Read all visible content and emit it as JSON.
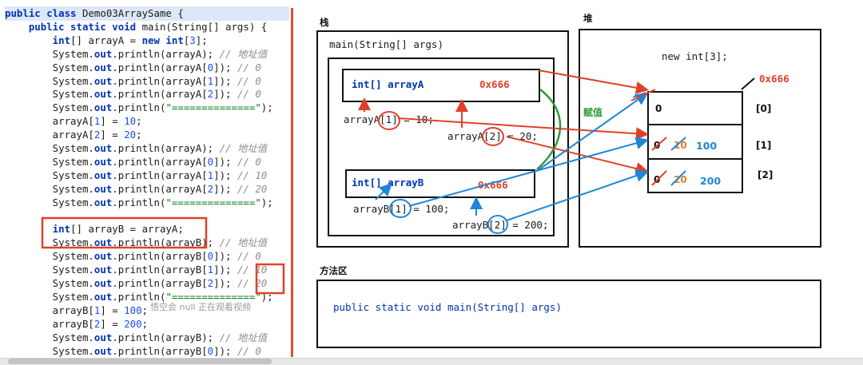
{
  "code": {
    "lines": [
      [
        [
          "public class ",
          "kw"
        ],
        [
          "Demo03ArraySame {",
          ""
        ]
      ],
      [
        [
          "    public static void ",
          "kw"
        ],
        [
          "main(String[] args) {",
          ""
        ]
      ],
      [
        [
          "        int",
          "kw"
        ],
        [
          "[] arrayA = ",
          ""
        ],
        [
          "new int",
          "kw"
        ],
        [
          "[",
          ""
        ],
        [
          "3",
          "num"
        ],
        [
          "];",
          ""
        ]
      ],
      [
        [
          "        System.",
          ""
        ],
        [
          "out",
          "kw"
        ],
        [
          ".println(arrayA); ",
          ""
        ],
        [
          "// 地址值",
          "cm"
        ]
      ],
      [
        [
          "        System.",
          ""
        ],
        [
          "out",
          "kw"
        ],
        [
          ".println(arrayA[",
          ""
        ],
        [
          "0",
          "num"
        ],
        [
          "]); ",
          ""
        ],
        [
          "// 0",
          "cm"
        ]
      ],
      [
        [
          "        System.",
          ""
        ],
        [
          "out",
          "kw"
        ],
        [
          ".println(arrayA[",
          ""
        ],
        [
          "1",
          "num"
        ],
        [
          "]); ",
          ""
        ],
        [
          "// 0",
          "cm"
        ]
      ],
      [
        [
          "        System.",
          ""
        ],
        [
          "out",
          "kw"
        ],
        [
          ".println(arrayA[",
          ""
        ],
        [
          "2",
          "num"
        ],
        [
          "]); ",
          ""
        ],
        [
          "// 0",
          "cm"
        ]
      ],
      [
        [
          "        System.",
          ""
        ],
        [
          "out",
          "kw"
        ],
        [
          ".println(",
          ""
        ],
        [
          "\"==============\"",
          "str"
        ],
        [
          ");",
          ""
        ]
      ],
      [
        [
          "        arrayA[",
          ""
        ],
        [
          "1",
          "num"
        ],
        [
          "] = ",
          ""
        ],
        [
          "10",
          "num"
        ],
        [
          ";",
          ""
        ]
      ],
      [
        [
          "        arrayA[",
          ""
        ],
        [
          "2",
          "num"
        ],
        [
          "] = ",
          ""
        ],
        [
          "20",
          "num"
        ],
        [
          ";",
          ""
        ]
      ],
      [
        [
          "        System.",
          ""
        ],
        [
          "out",
          "kw"
        ],
        [
          ".println(arrayA); ",
          ""
        ],
        [
          "// 地址值",
          "cm"
        ]
      ],
      [
        [
          "        System.",
          ""
        ],
        [
          "out",
          "kw"
        ],
        [
          ".println(arrayA[",
          ""
        ],
        [
          "0",
          "num"
        ],
        [
          "]); ",
          ""
        ],
        [
          "// 0",
          "cm"
        ]
      ],
      [
        [
          "        System.",
          ""
        ],
        [
          "out",
          "kw"
        ],
        [
          ".println(arrayA[",
          ""
        ],
        [
          "1",
          "num"
        ],
        [
          "]); ",
          ""
        ],
        [
          "// 10",
          "cm"
        ]
      ],
      [
        [
          "        System.",
          ""
        ],
        [
          "out",
          "kw"
        ],
        [
          ".println(arrayA[",
          ""
        ],
        [
          "2",
          "num"
        ],
        [
          "]); ",
          ""
        ],
        [
          "// 20",
          "cm"
        ]
      ],
      [
        [
          "        System.",
          ""
        ],
        [
          "out",
          "kw"
        ],
        [
          ".println(",
          ""
        ],
        [
          "\"==============\"",
          "str"
        ],
        [
          ");",
          ""
        ]
      ],
      [
        [
          "",
          ""
        ]
      ],
      [
        [
          "        int",
          "kw"
        ],
        [
          "[] arrayB = arrayA;",
          ""
        ]
      ],
      [
        [
          "        System.",
          ""
        ],
        [
          "out",
          "kw"
        ],
        [
          ".println(arrayB); ",
          ""
        ],
        [
          "// 地址值",
          "cm"
        ]
      ],
      [
        [
          "        System.",
          ""
        ],
        [
          "out",
          "kw"
        ],
        [
          ".println(arrayB[",
          ""
        ],
        [
          "0",
          "num"
        ],
        [
          "]); ",
          ""
        ],
        [
          "// 0",
          "cm"
        ]
      ],
      [
        [
          "        System.",
          ""
        ],
        [
          "out",
          "kw"
        ],
        [
          ".println(arrayB[",
          ""
        ],
        [
          "1",
          "num"
        ],
        [
          "]); ",
          ""
        ],
        [
          "// 10",
          "cm"
        ]
      ],
      [
        [
          "        System.",
          ""
        ],
        [
          "out",
          "kw"
        ],
        [
          ".println(arrayB[",
          ""
        ],
        [
          "2",
          "num"
        ],
        [
          "]); ",
          ""
        ],
        [
          "// 20",
          "cm"
        ]
      ],
      [
        [
          "        System.",
          ""
        ],
        [
          "out",
          "kw"
        ],
        [
          ".println(",
          ""
        ],
        [
          "\"==============\"",
          "str"
        ],
        [
          ");",
          ""
        ]
      ],
      [
        [
          "        arrayB[",
          ""
        ],
        [
          "1",
          "num"
        ],
        [
          "] = ",
          ""
        ],
        [
          "100",
          "num"
        ],
        [
          ";",
          ""
        ]
      ],
      [
        [
          "        arrayB[",
          ""
        ],
        [
          "2",
          "num"
        ],
        [
          "] = ",
          ""
        ],
        [
          "200",
          "num"
        ],
        [
          ";",
          ""
        ]
      ],
      [
        [
          "        System.",
          ""
        ],
        [
          "out",
          "kw"
        ],
        [
          ".println(arrayB); ",
          ""
        ],
        [
          "// 地址值",
          "cm"
        ]
      ],
      [
        [
          "        System.",
          ""
        ],
        [
          "out",
          "kw"
        ],
        [
          ".println(arrayB[",
          ""
        ],
        [
          "0",
          "num"
        ],
        [
          "]); ",
          ""
        ],
        [
          "// 0",
          "cm"
        ]
      ]
    ],
    "watermark": "悟空会 null 正在观看视频"
  },
  "diagram": {
    "stack_label": "栈",
    "heap_label": "堆",
    "method_area_label": "方法区",
    "main_frame_label": "main(String[] args)",
    "arrayA_var": "int[] arrayA",
    "arrayB_var": "int[] arrayB",
    "address_a": "0x666",
    "address_b": "0x666",
    "stmt_a1": "arrayA[1] = 10;",
    "stmt_a2": "arrayA[2] = 20;",
    "stmt_b1": "arrayB[1] = 100;",
    "stmt_b2": "arrayB[2] = 200;",
    "heap_new": "new int[3];",
    "heap_address": "0x666",
    "assign_label": "赋值",
    "cells": [
      {
        "index": "[0]",
        "old_values": [],
        "value": "0"
      },
      {
        "index": "[1]",
        "old_values": [
          "0",
          "10"
        ],
        "value": "100"
      },
      {
        "index": "[2]",
        "old_values": [
          "0",
          "20"
        ],
        "value": "200"
      }
    ],
    "method_area_content": "public static void main(String[] args)"
  },
  "colors": {
    "red": "#e0402a",
    "blue": "#1f86d6",
    "green": "#2f9a3a",
    "keyword": "#0033b3",
    "comment": "#8c8c8c"
  }
}
